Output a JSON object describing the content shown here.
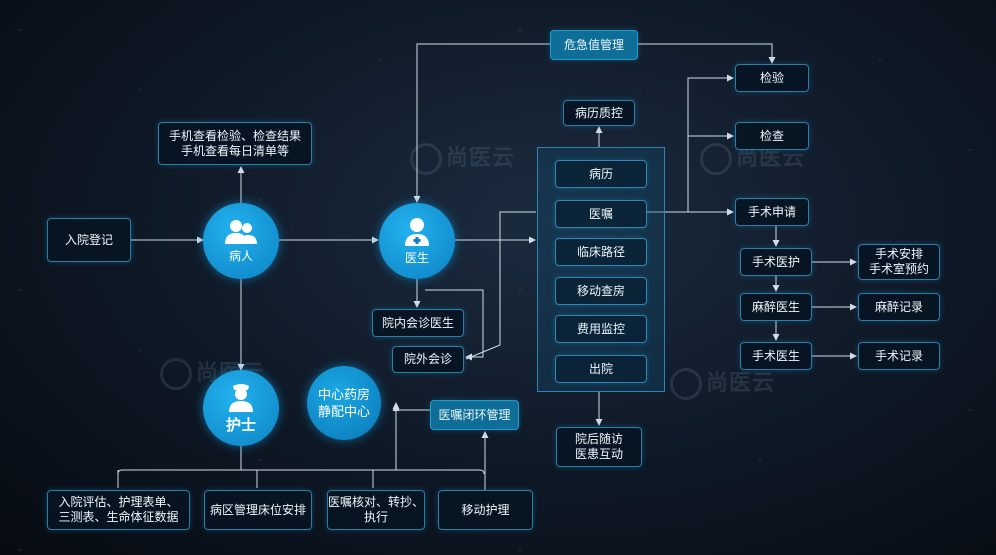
{
  "watermark": "尚医云",
  "nodes": {
    "admission": "入院登记",
    "mobile_query": "手机查看检验、检查结果\n手机查看每日清单等",
    "patient": "病人",
    "doctor": "医生",
    "nurse": "护士",
    "pharmacy": "中心药房\n静配中心",
    "critical": "危急值管理",
    "lab": "检验",
    "exam": "检查",
    "record_qc": "病历质控",
    "surgery_request": "手术申请",
    "surgery_nurse": "手术医护",
    "surgery_schedule": "手术安排\n手术室预约",
    "anesthetist": "麻醉医生",
    "anesthesia_record": "麻醉记录",
    "surgeon": "手术医生",
    "surgery_record": "手术记录",
    "internal_consult": "院内会诊医生",
    "external_consult": "院外会诊",
    "order_loop": "医嘱闭环管理",
    "followup": "院后随访\n医患互动",
    "nursing_eval": "入院评估、护理表单、\n三测表、生命体征数据",
    "ward_bed": "病区管理床位安排",
    "order_verify": "医嘱核对、转抄、\n执行",
    "mobile_nursing": "移动护理"
  },
  "doctor_panel": [
    "病历",
    "医嘱",
    "临床路径",
    "移动查房",
    "费用监控",
    "出院"
  ],
  "colors": {
    "accent": "#1aa8e4",
    "line": "#d0dde6",
    "border": "#2a7ea8"
  }
}
